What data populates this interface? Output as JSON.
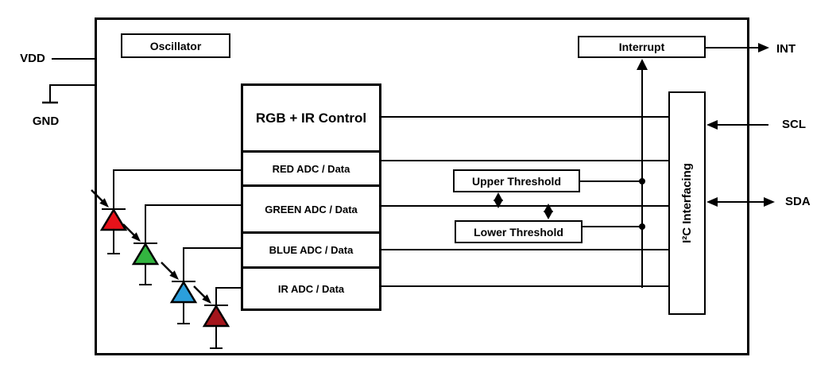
{
  "blocks": {
    "oscillator": "Oscillator",
    "control": "RGB + IR Control",
    "adc_rows": [
      "RED ADC / Data",
      "GREEN ADC / Data",
      "BLUE ADC / Data",
      "IR ADC / Data"
    ],
    "upper_threshold": "Upper Threshold",
    "lower_threshold": "Lower Threshold",
    "interrupt": "Interrupt",
    "i2c": "I²C Interfacing"
  },
  "pins": {
    "vdd": "VDD",
    "gnd": "GND",
    "int": "INT",
    "scl": "SCL",
    "sda": "SDA"
  },
  "photodiodes": [
    {
      "name": "red-photodiode",
      "channel": "RED",
      "color": "#e8121a"
    },
    {
      "name": "green-photodiode",
      "channel": "GREEN",
      "color": "#33b540"
    },
    {
      "name": "blue-photodiode",
      "channel": "BLUE",
      "color": "#2b9fdc"
    },
    {
      "name": "ir-photodiode",
      "channel": "IR",
      "color": "#a5161c"
    }
  ],
  "colors": {
    "line": "#000000",
    "background": "#ffffff",
    "border": "#000000"
  }
}
